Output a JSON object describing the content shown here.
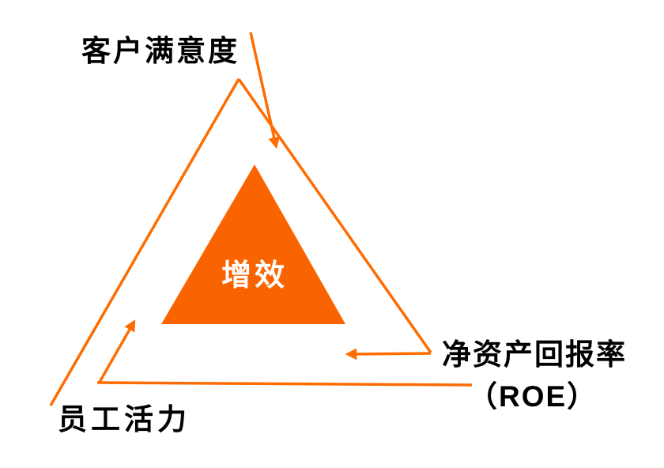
{
  "diagram": {
    "core": {
      "label": "增效"
    },
    "labels": {
      "top": "客户满意度",
      "bottom_left": "员工活力",
      "right_line1": "净资产回报率",
      "right_line2": "（ROE）"
    },
    "colors": {
      "triangle_fill": "#FA6400",
      "stroke": "#FF6C00",
      "label_text": "#000000",
      "core_text": "#FFFFFF",
      "background": "#FFFFFF"
    }
  }
}
